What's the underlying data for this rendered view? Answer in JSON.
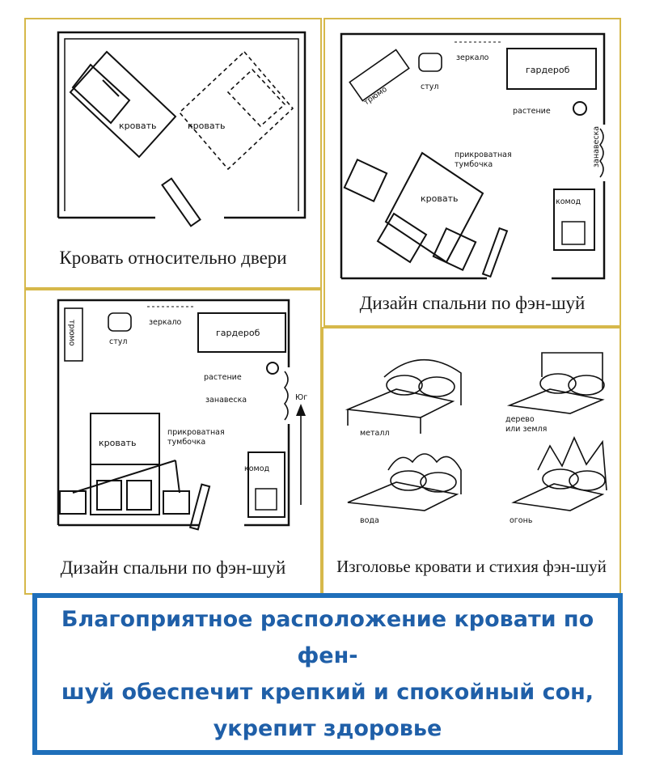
{
  "panels": {
    "door": {
      "caption": "Кровать относительно двери",
      "labels": {
        "bed1": "кровать",
        "bed2": "кровать"
      }
    },
    "design_top": {
      "caption": "Дизайн спальни по фэн-шуй",
      "labels": {
        "trumo": "трюмо",
        "chair": "стул",
        "mirror": "зеркало",
        "wardrobe": "гардероб",
        "plant": "растение",
        "curtain": "занавеска",
        "nightstand1": "прикроватная",
        "nightstand2": "тумбочка",
        "bed": "кровать",
        "dresser": "комод"
      }
    },
    "design_bottom": {
      "caption": "Дизайн спальни по фэн-шуй",
      "labels": {
        "trumo": "трюмо",
        "chair": "стул",
        "mirror": "зеркало",
        "wardrobe": "гардероб",
        "plant": "растение",
        "curtain": "занавеска",
        "nightstand1": "прикроватная",
        "nightstand2": "тумбочка",
        "bed": "кровать",
        "dresser": "комод",
        "south": "Юг"
      }
    },
    "headboards": {
      "caption": "Изголовье кровати и стихия фэн-шуй",
      "labels": {
        "metal": "металл",
        "wood": "дерево",
        "earth": "или земля",
        "water": "вода",
        "fire": "огонь"
      }
    }
  },
  "footer": {
    "line1": "Благоприятное расположение кровати по фен-",
    "line2": "шуй обеспечит крепкий и спокойный сон,",
    "line3": "укрепит здоровье"
  },
  "colors": {
    "panel_border": "#d6b84a",
    "footer_border": "#1f6fba",
    "footer_text": "#1f5fa8"
  }
}
